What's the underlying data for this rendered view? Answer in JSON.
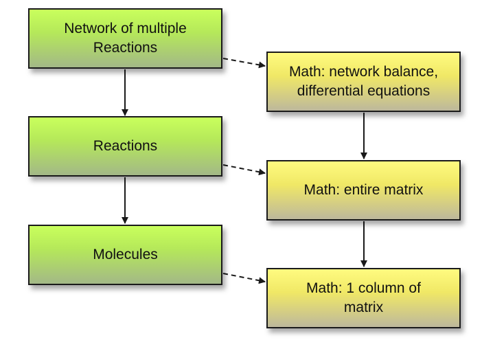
{
  "nodes": {
    "network_of_reactions": "Network of multiple\nReactions",
    "reactions": "Reactions",
    "molecules": "Molecules",
    "math_network": "Math: network balance,\ndifferential equations",
    "math_matrix": "Math: entire matrix",
    "math_column": "Math: 1 column of\nmatrix"
  },
  "colors": {
    "green_top": "#c9ff5c",
    "yellow_top": "#fffb80",
    "stroke": "#1a1a1a"
  }
}
